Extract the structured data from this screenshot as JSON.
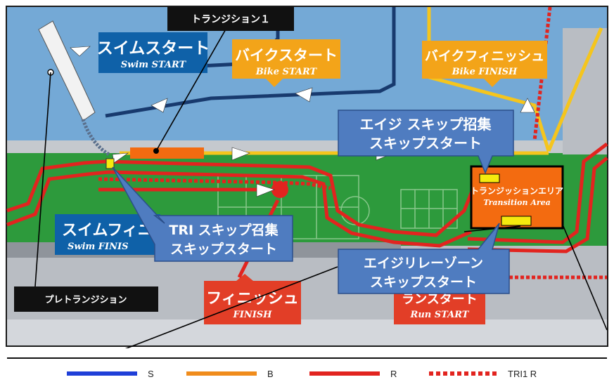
{
  "colors": {
    "water": "#74a9d6",
    "grass": "#2d9a3c",
    "road": "#b9bdc3",
    "swim": "#1f57c8",
    "bike": "#f39a17",
    "run": "#e2241f",
    "callout_fill": "#4f7cc0",
    "callout_text": "#ffffff",
    "black_label": "#111111"
  },
  "callouts": {
    "transition1": "トランジション１",
    "pre_transition": "プレトランジション",
    "age_skip_assembly_line1": "エイジ スキップ招集",
    "age_skip_assembly_line2": "スキップスタート",
    "tri_skip_assembly_line1": "TRI スキップ召集",
    "tri_skip_assembly_line2": "スキップスタート",
    "age_relay_line1": "エイジリレーゾーン",
    "age_relay_line2": "スキップスタート"
  },
  "map_labels": {
    "swim_start_jp": "スイムスタート",
    "swim_start_en": "Swim START",
    "bike_start_jp": "バイクスタート",
    "bike_start_en": "Bike START",
    "bike_finish_jp": "バイクフィニッシュ",
    "bike_finish_en": "Bike FINISH",
    "transition_area_jp": "トランジッションエリア",
    "transition_area_en": "Transition Area",
    "swim_finish_jp": "スイムフィニッ",
    "swim_finish_en": "Swim FINIS",
    "finish_jp": "フィニッシュ",
    "finish_en": "FINISH",
    "run_start_jp": "ランスタート",
    "run_start_en": "Run START"
  },
  "legend": [
    {
      "label": "S",
      "color": "#1f3fd8",
      "style": "solid"
    },
    {
      "label": "B",
      "color": "#f08c1c",
      "style": "solid"
    },
    {
      "label": "R",
      "color": "#e2241f",
      "style": "solid"
    },
    {
      "label": "TRI1 R",
      "color": "#e2241f",
      "style": "dashed"
    }
  ]
}
